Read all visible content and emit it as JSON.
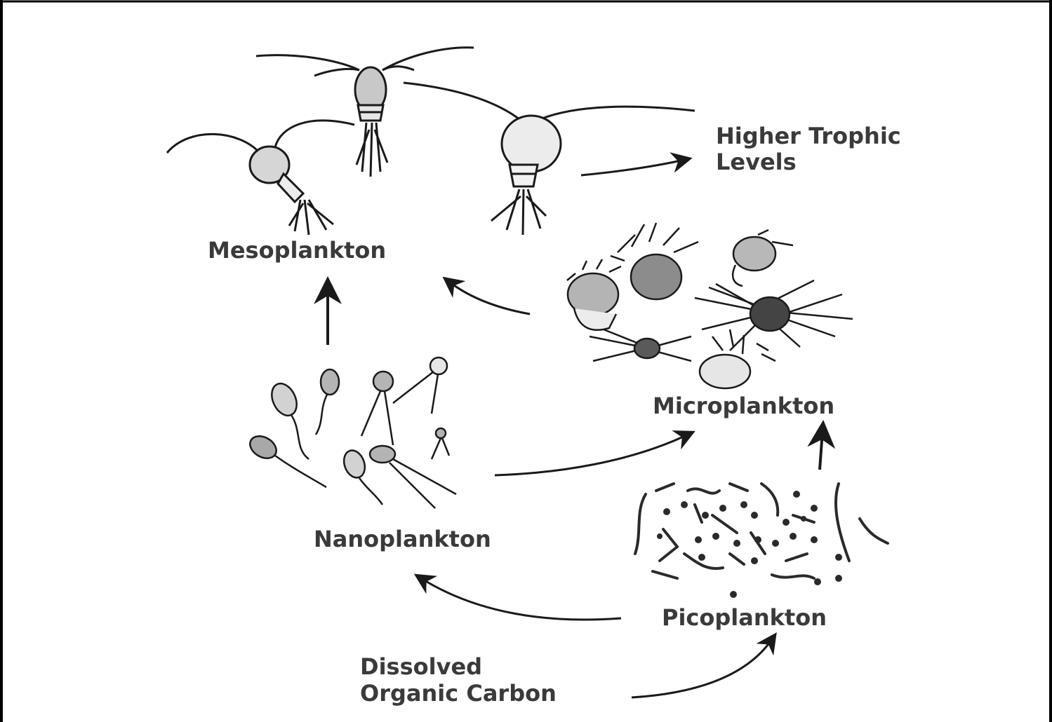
{
  "diagram": {
    "labels": {
      "mesoplankton": "Mesoplankton",
      "higher_trophic_line1": "Higher Trophic",
      "higher_trophic_line2": "Levels",
      "microplankton": "Microplankton",
      "nanoplankton": "Nanoplankton",
      "picoplankton": "Picoplankton",
      "doc_line1": "Dissolved",
      "doc_line2": "Organic Carbon"
    },
    "colors": {
      "ink": "#1a1a1a",
      "label": "#3a3a3a",
      "light_fill": "#e2e2e2",
      "mid_fill": "#9a9a9a",
      "dark_fill": "#4a4a4a"
    },
    "flows": [
      "Dissolved Organic Carbon → Picoplankton",
      "Picoplankton → Nanoplankton",
      "Picoplankton → Microplankton",
      "Nanoplankton → Microplankton",
      "Nanoplankton → Mesoplankton",
      "Microplankton → Mesoplankton",
      "Mesoplankton → Higher Trophic Levels"
    ]
  }
}
